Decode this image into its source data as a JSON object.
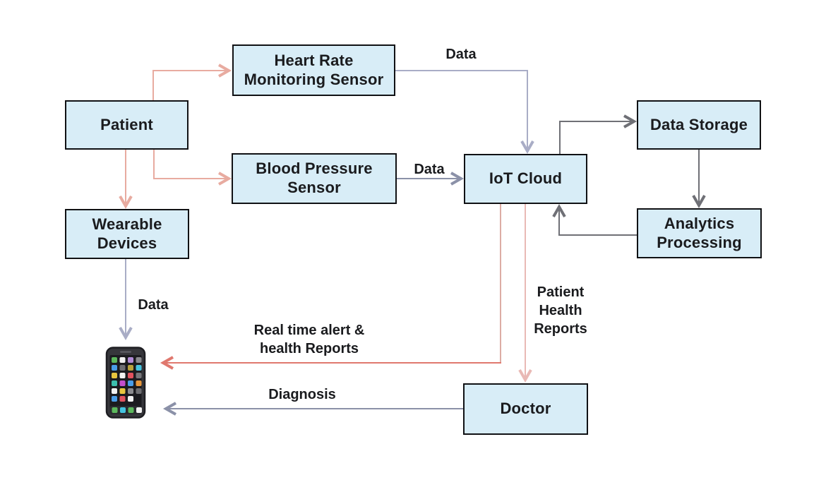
{
  "diagram": {
    "title": "IoT patient monitoring flow diagram",
    "nodes": {
      "patient": "Patient",
      "heart_rate": "Heart Rate Monitoring Sensor",
      "blood_pressure": "Blood Pressure Sensor",
      "iot_cloud": "IoT Cloud",
      "data_storage": "Data Storage",
      "analytics": "Analytics Processing",
      "wearable": "Wearable Devices",
      "doctor": "Doctor"
    },
    "edge_labels": {
      "heart_rate_to_cloud": "Data",
      "blood_pressure_to_cloud": "Data",
      "wearable_to_phone": "Data",
      "cloud_to_phone": "Real time alert & health Reports",
      "cloud_to_doctor": "Patient Health Reports",
      "doctor_to_phone": "Diagnosis"
    },
    "icons": {
      "phone": "smartphone-icon"
    },
    "colors": {
      "node_fill": "#d8edf7",
      "node_border": "#101114",
      "text": "#1a1b1e",
      "arrow_salmon": "#e8aba0",
      "arrow_salmon_soft": "#dcaca4",
      "arrow_coral": "#e0786e",
      "arrow_pink": "#e9b9b5",
      "arrow_slate_light": "#a9adc6",
      "arrow_slate": "#8b91a8",
      "arrow_gray": "#6f7076"
    }
  }
}
